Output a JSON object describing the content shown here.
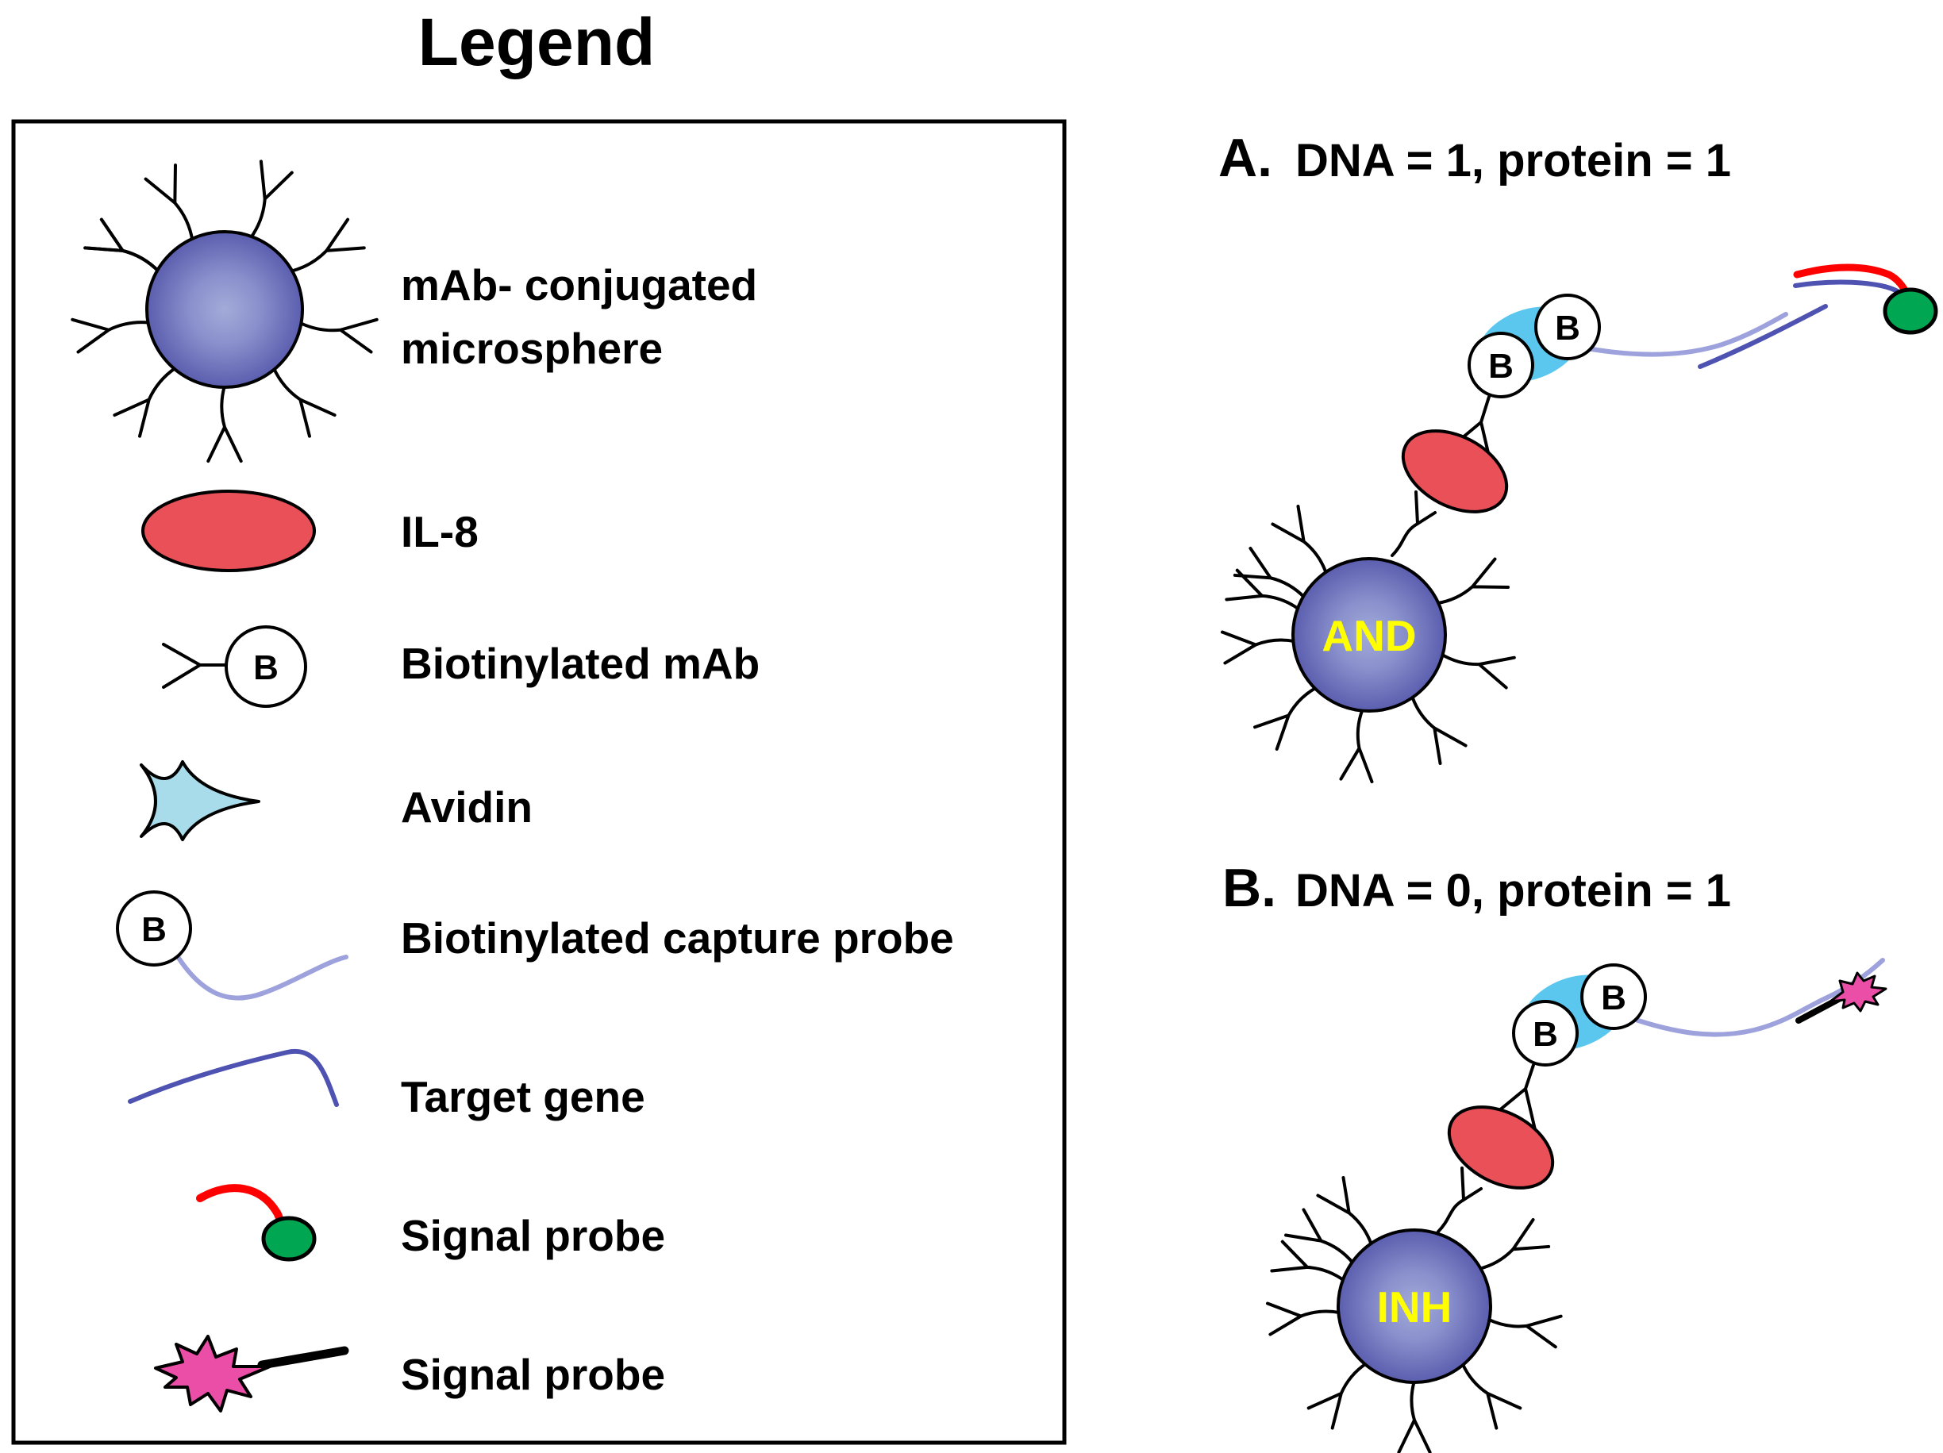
{
  "legend": {
    "title": "Legend",
    "items": [
      {
        "id": "microsphere",
        "label_lines": [
          "mAb- conjugated",
          "microsphere"
        ]
      },
      {
        "id": "il8",
        "label_lines": [
          "IL-8"
        ]
      },
      {
        "id": "biotinylated-mab",
        "label_lines": [
          "Biotinylated mAb"
        ],
        "symbol_text": "B"
      },
      {
        "id": "avidin",
        "label_lines": [
          "Avidin"
        ]
      },
      {
        "id": "capture-probe",
        "label_lines": [
          "Biotinylated capture probe"
        ],
        "symbol_text": "B"
      },
      {
        "id": "target-gene",
        "label_lines": [
          "Target gene"
        ]
      },
      {
        "id": "signal-probe-green",
        "label_lines": [
          "Signal probe"
        ]
      },
      {
        "id": "signal-probe-quenched",
        "label_lines": [
          "Signal probe"
        ]
      }
    ]
  },
  "panels": {
    "a": {
      "letter": "A.",
      "condition": "DNA = 1, protein = 1",
      "bead_label": "AND",
      "biotin": "B"
    },
    "b": {
      "letter": "B.",
      "condition": "DNA = 0, protein = 1",
      "bead_label": "INH",
      "biotin": "B"
    }
  },
  "colors": {
    "bead": "#5b5eae",
    "bead_center": "#8f97cf",
    "il8": "#ea5058",
    "avidin": "#a8dcea",
    "avidin_halo": "#5cc7ee",
    "capture_probe": "#9ea2dc",
    "target_gene": "#4e52b0",
    "signal_red": "#ff0000",
    "signal_green": "#00a651",
    "starburst": "#ea4ea6",
    "bead_text": "#ffff00"
  },
  "icons": [
    "antibody-icon",
    "microsphere-icon",
    "il8-icon",
    "avidin-icon",
    "biotin-icon",
    "starburst-icon"
  ]
}
